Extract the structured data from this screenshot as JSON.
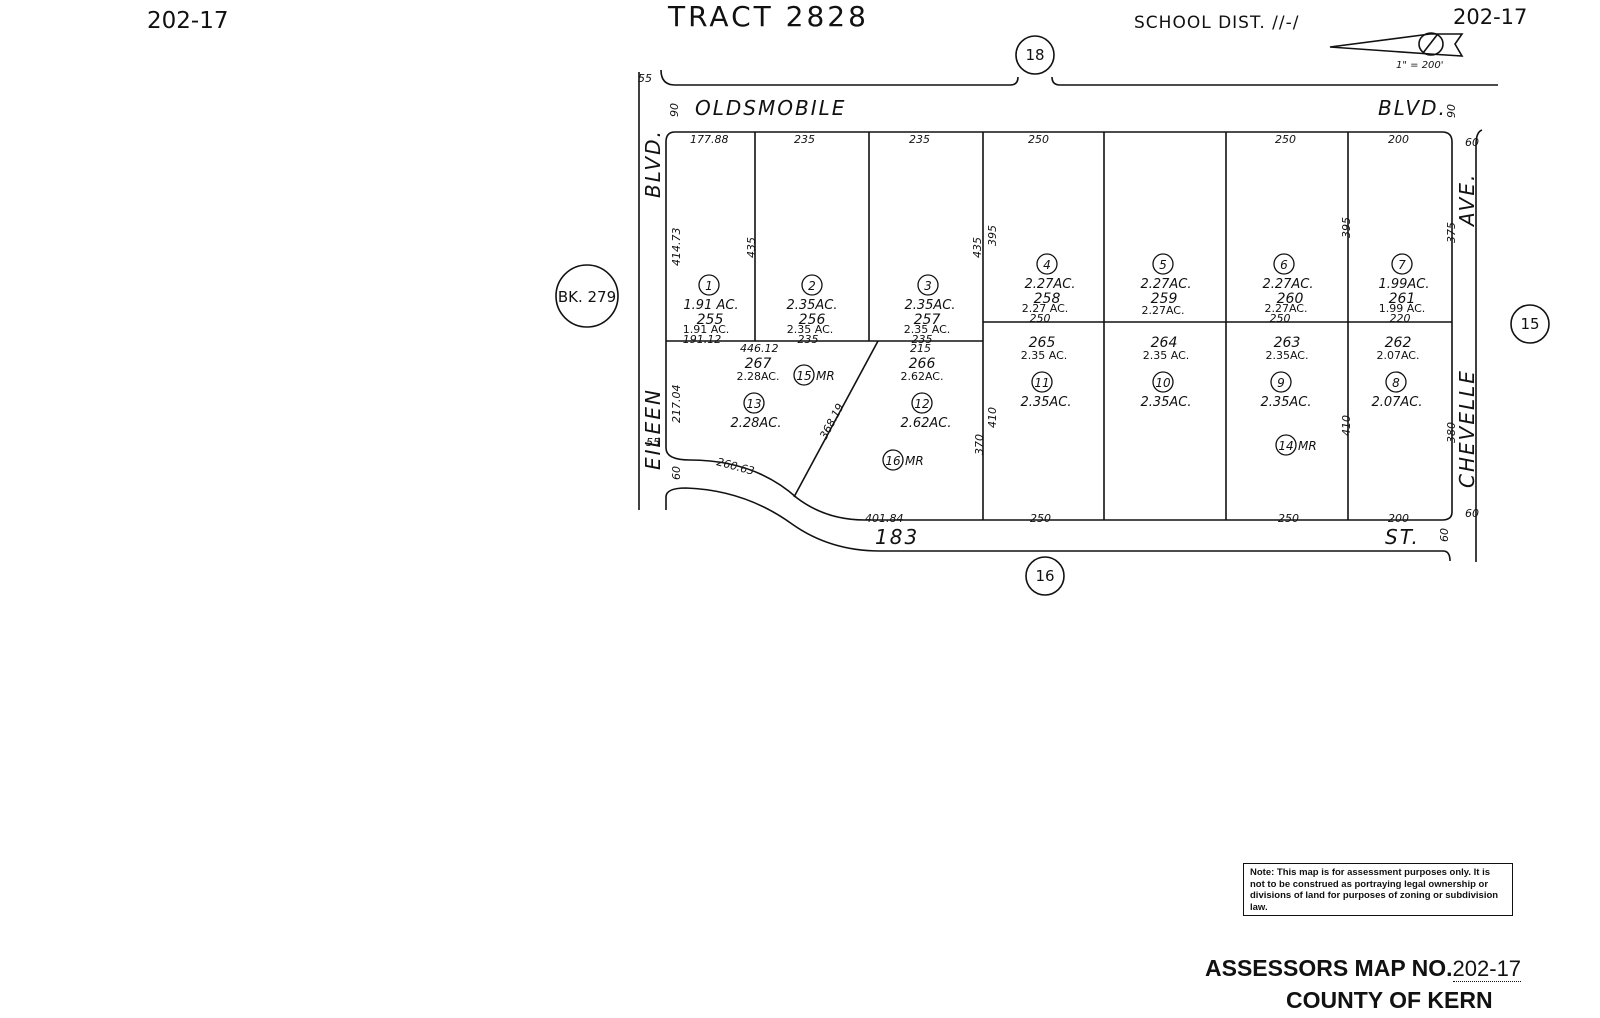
{
  "header": {
    "map_ref_left": "202-17",
    "tract": "TRACT 2828",
    "school_dist": "SCHOOL DIST. //-/",
    "map_ref_right": "202-17",
    "scale": "1\" = 200'"
  },
  "book_ref": "BK. 279",
  "adjacent_maps": {
    "top": "18",
    "bottom": "16",
    "right": "15"
  },
  "streets": {
    "north_a": "OLDSMOBILE",
    "north_b": "BLVD.",
    "west_a": "EILEEN",
    "west_b": "BLVD.",
    "east_a": "CHEVELLE",
    "east_b": "AVE.",
    "south_a": "183",
    "south_b": "ST."
  },
  "street_widths": {
    "nw_top": "55",
    "n_left": "90",
    "n_right": "90",
    "w_left": "55",
    "w_bottom": "60",
    "e_top": "60",
    "e_bottom": "60",
    "s_right": "60"
  },
  "frontage": {
    "top": [
      "177.88",
      "235",
      "235",
      "250",
      "250",
      "200"
    ],
    "bottom": [
      "401.84",
      "250",
      "250",
      "200"
    ],
    "curve": "260.63",
    "diag": "368.19",
    "mid_a": "446.12",
    "mid_b": "215",
    "mid_c": "191.12"
  },
  "depths": {
    "d1": "414.73",
    "d2": "435",
    "d3": "435",
    "d4": "395",
    "d5": "395",
    "d6": "375",
    "d7": "217.04",
    "d8": "370",
    "d9": "410",
    "d10": "410",
    "d11": "380"
  },
  "parcels": [
    {
      "lot": "1",
      "acres": "1.91 AC.",
      "apn": "255",
      "small": "1.91 AC.",
      "below": "191.12"
    },
    {
      "lot": "2",
      "acres": "2.35AC.",
      "apn": "256",
      "small": "2.35 AC.",
      "below": "235"
    },
    {
      "lot": "3",
      "acres": "2.35AC.",
      "apn": "257",
      "small": "2.35 AC.",
      "below": "235"
    },
    {
      "lot": "4",
      "acres": "2.27AC.",
      "apn": "258",
      "small": "2.27 AC.",
      "below": "250"
    },
    {
      "lot": "5",
      "acres": "2.27AC.",
      "apn": "259",
      "small": "2.27AC."
    },
    {
      "lot": "6",
      "acres": "2.27AC.",
      "apn": "260",
      "small": "2.27AC.",
      "below": "250"
    },
    {
      "lot": "7",
      "acres": "1.99AC.",
      "apn": "261",
      "small": "1.99 AC.",
      "below": "220"
    },
    {
      "lot": "8",
      "acres": "2.07AC.",
      "apn": "262",
      "small": "2.07AC."
    },
    {
      "lot": "9",
      "acres": "2.35AC.",
      "apn": "263",
      "small": "2.35AC."
    },
    {
      "lot": "10",
      "acres": "2.35AC.",
      "apn": "264",
      "small": "2.35 AC."
    },
    {
      "lot": "11",
      "acres": "2.35AC.",
      "apn": "265",
      "small": "2.35 AC."
    },
    {
      "lot": "12",
      "acres": "2.62AC.",
      "apn": "266",
      "small": "2.62AC."
    },
    {
      "lot": "13",
      "acres": "2.28AC.",
      "apn": "267",
      "small": "2.28AC."
    }
  ],
  "map_refs": [
    {
      "num": "14",
      "suffix": "MR"
    },
    {
      "num": "15",
      "suffix": "MR"
    },
    {
      "num": "16",
      "suffix": "MR"
    }
  ],
  "note": "Note: This map is for assessment purposes only. It is not to be construed as portraying legal ownership or divisions of land for purposes of zoning or subdivision law.",
  "footer": {
    "assessors": "ASSESSORS MAP NO.",
    "map_no": "202-17",
    "county": "COUNTY OF KERN"
  }
}
